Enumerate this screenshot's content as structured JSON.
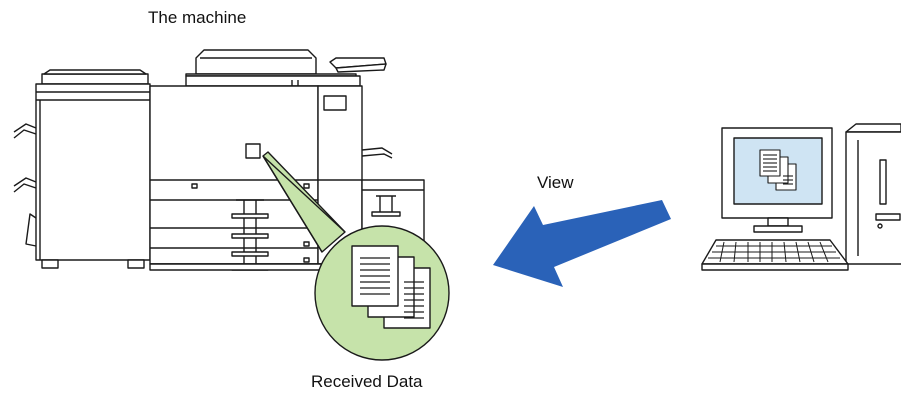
{
  "labels": {
    "machine": "The machine",
    "view": "View",
    "received_data": "Received Data"
  },
  "colors": {
    "line": "#1a1a1a",
    "callout_fill": "#c6e3aa",
    "arrow": "#2a62b8",
    "screen": "#cfe4f3",
    "white": "#ffffff"
  },
  "icons": {
    "machine": "multifunction-printer-icon",
    "computer": "desktop-computer-icon",
    "documents": "stacked-documents-icon"
  }
}
